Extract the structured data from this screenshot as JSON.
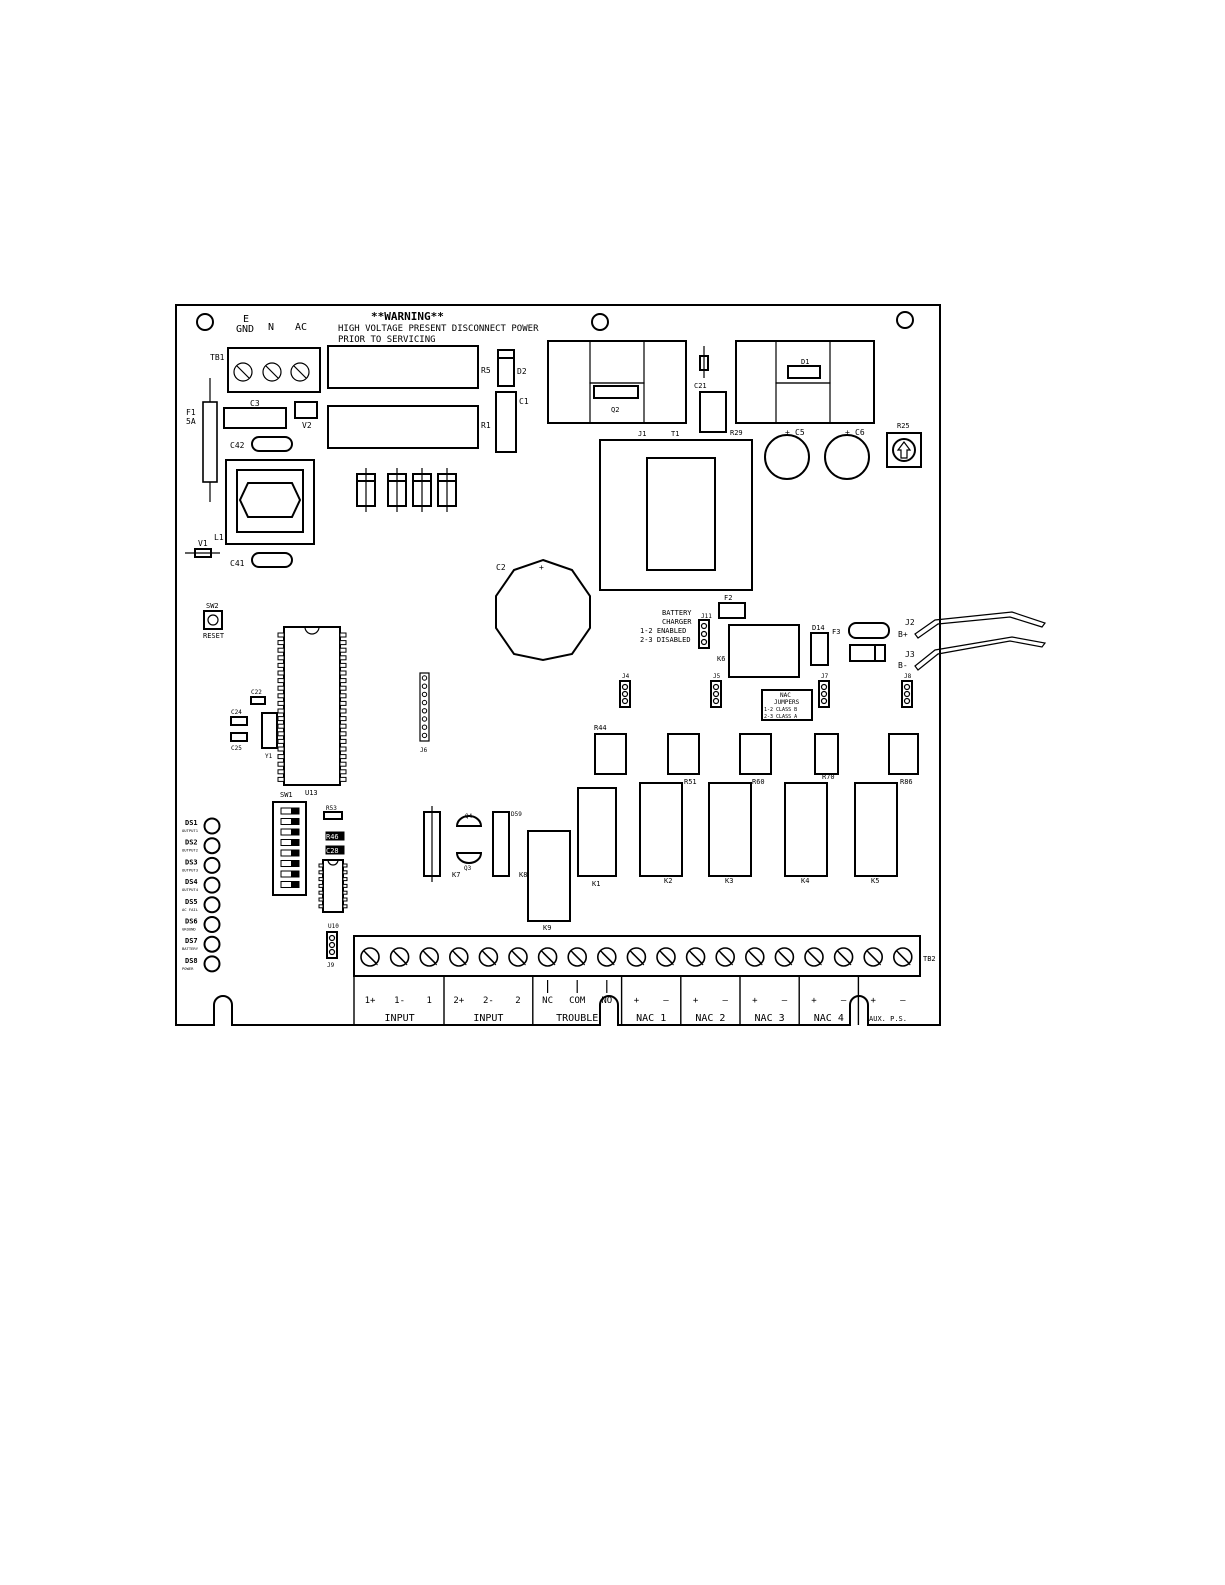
{
  "colors": {
    "ink": "#000000",
    "paper": "#ffffff"
  },
  "header": {
    "e": "E",
    "gnd": "GND",
    "n": "N",
    "ac": "AC",
    "warning_title": "**WARNING**",
    "warning_line1": "HIGH VOLTAGE PRESENT DISCONNECT POWER",
    "warning_line2": "PRIOR TO SERVICING"
  },
  "components": {
    "tb1": "TB1",
    "f1": "F1",
    "f1_rating": "5A",
    "c3": "C3",
    "v2": "V2",
    "c42": "C42",
    "l1": "L1",
    "v1": "V1",
    "c41": "C41",
    "r5": "R5",
    "r1": "R1",
    "d2": "D2",
    "c1": "C1",
    "q2": "Q2",
    "d1": "D1",
    "c21": "C21",
    "r29": "R29",
    "j1": "J1",
    "t1": "T1",
    "c5": "C5",
    "c6": "C6",
    "r25": "R25",
    "c2": "C2",
    "f2": "F2",
    "f3": "F3",
    "d14": "D14",
    "k6": "K6",
    "j2": "J2",
    "j3": "J3",
    "sw2": "SW2",
    "u13": "U13",
    "c22": "C22",
    "c24": "C24",
    "c25": "C25",
    "y1": "Y1",
    "j6": "J6",
    "sw1": "SW1",
    "r53": "R53",
    "r46": "R46",
    "c28": "C28",
    "u10": "U10",
    "j9": "J9",
    "q4": "Q4",
    "q3": "Q3",
    "k7": "K7",
    "d59": "D59",
    "k8": "K8",
    "k9": "K9",
    "k1": "K1",
    "k2": "K2",
    "k3": "K3",
    "k4": "K4",
    "k5": "K5",
    "r44": "R44",
    "r51": "R51",
    "r60": "R60",
    "r70": "R70",
    "r86": "R86",
    "j4": "J4",
    "j5": "J5",
    "j7": "J7",
    "j8": "J8",
    "j11": "J11",
    "tb2": "TB2",
    "plus": "+",
    "b_plus": "B+",
    "b_minus": "B-"
  },
  "labels": {
    "reset": "RESET",
    "battery_charger": [
      "BATTERY",
      "CHARGER",
      "1-2  ENABLED",
      "2-3  DISABLED"
    ],
    "nac_jumpers": [
      "NAC",
      "JUMPERS",
      "1-2  CLASS B",
      "2-3  CLASS A"
    ]
  },
  "leds": [
    {
      "id": "DS1",
      "label": "OUTPUT1"
    },
    {
      "id": "DS2",
      "label": "OUTPUT2"
    },
    {
      "id": "DS3",
      "label": "OUTPUT3"
    },
    {
      "id": "DS4",
      "label": "OUTPUT4"
    },
    {
      "id": "DS5",
      "label": "AC FAIL"
    },
    {
      "id": "DS6",
      "label": "GROUND"
    },
    {
      "id": "DS7",
      "label": "BATTERY"
    },
    {
      "id": "DS8",
      "label": "POWER"
    }
  ],
  "terminal": {
    "terminal_count": 19,
    "pin_labels": [
      "1+",
      "1-",
      "1",
      "2+",
      "2-",
      "2",
      "NC",
      "COM",
      "NO",
      "+",
      "–",
      "+",
      "–",
      "+",
      "–",
      "+",
      "–",
      "+",
      "–"
    ],
    "group_labels": [
      "INPUT",
      "INPUT",
      "TROUBLE",
      "NAC 1",
      "NAC 2",
      "NAC 3",
      "NAC 4",
      "AUX. P.S."
    ]
  }
}
